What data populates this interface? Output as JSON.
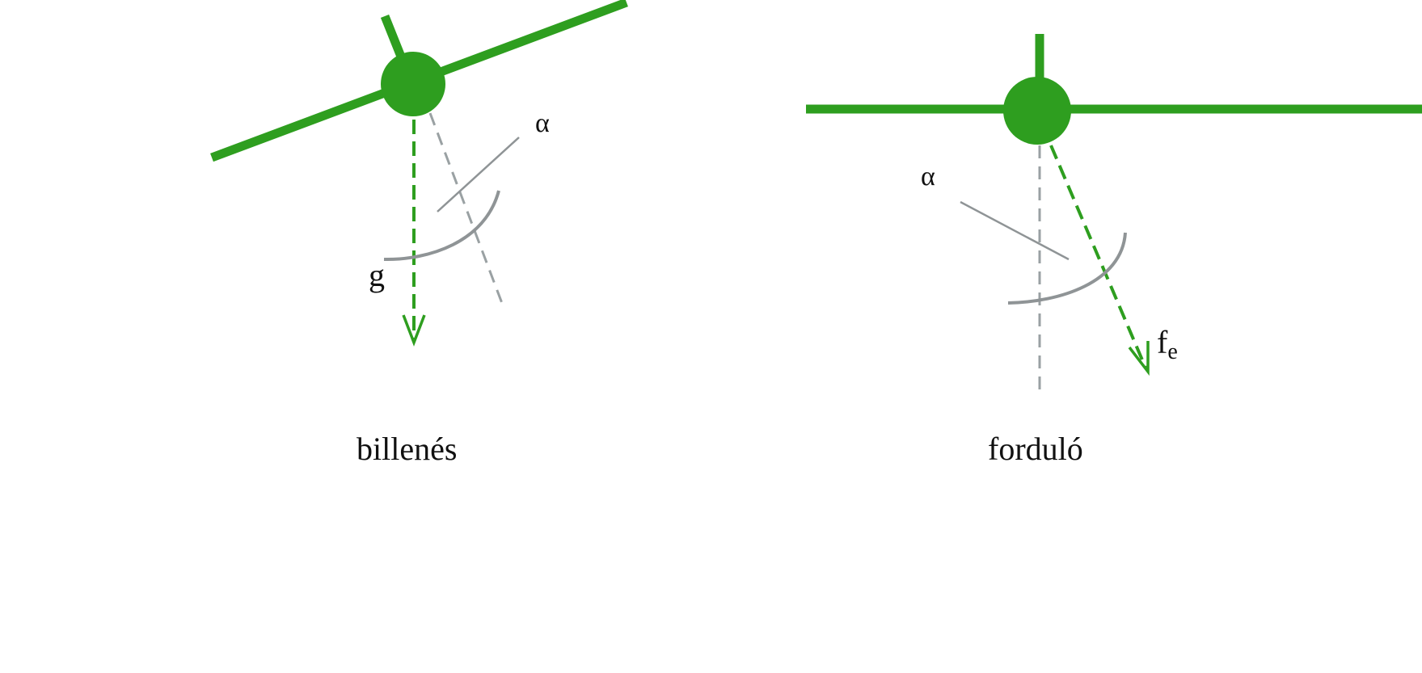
{
  "colors": {
    "aircraft_green": "#2e9e1f",
    "reference_gray": "#9aa1a3",
    "arc_gray": "#8f9496",
    "text": "#111111",
    "background": "#ffffff"
  },
  "left_panel": {
    "caption": "billenés",
    "angle_label": "α",
    "vector_label": "g"
  },
  "right_panel": {
    "caption": "forduló",
    "angle_label": "α",
    "vector_label_main": "f",
    "vector_label_sub": "e"
  }
}
